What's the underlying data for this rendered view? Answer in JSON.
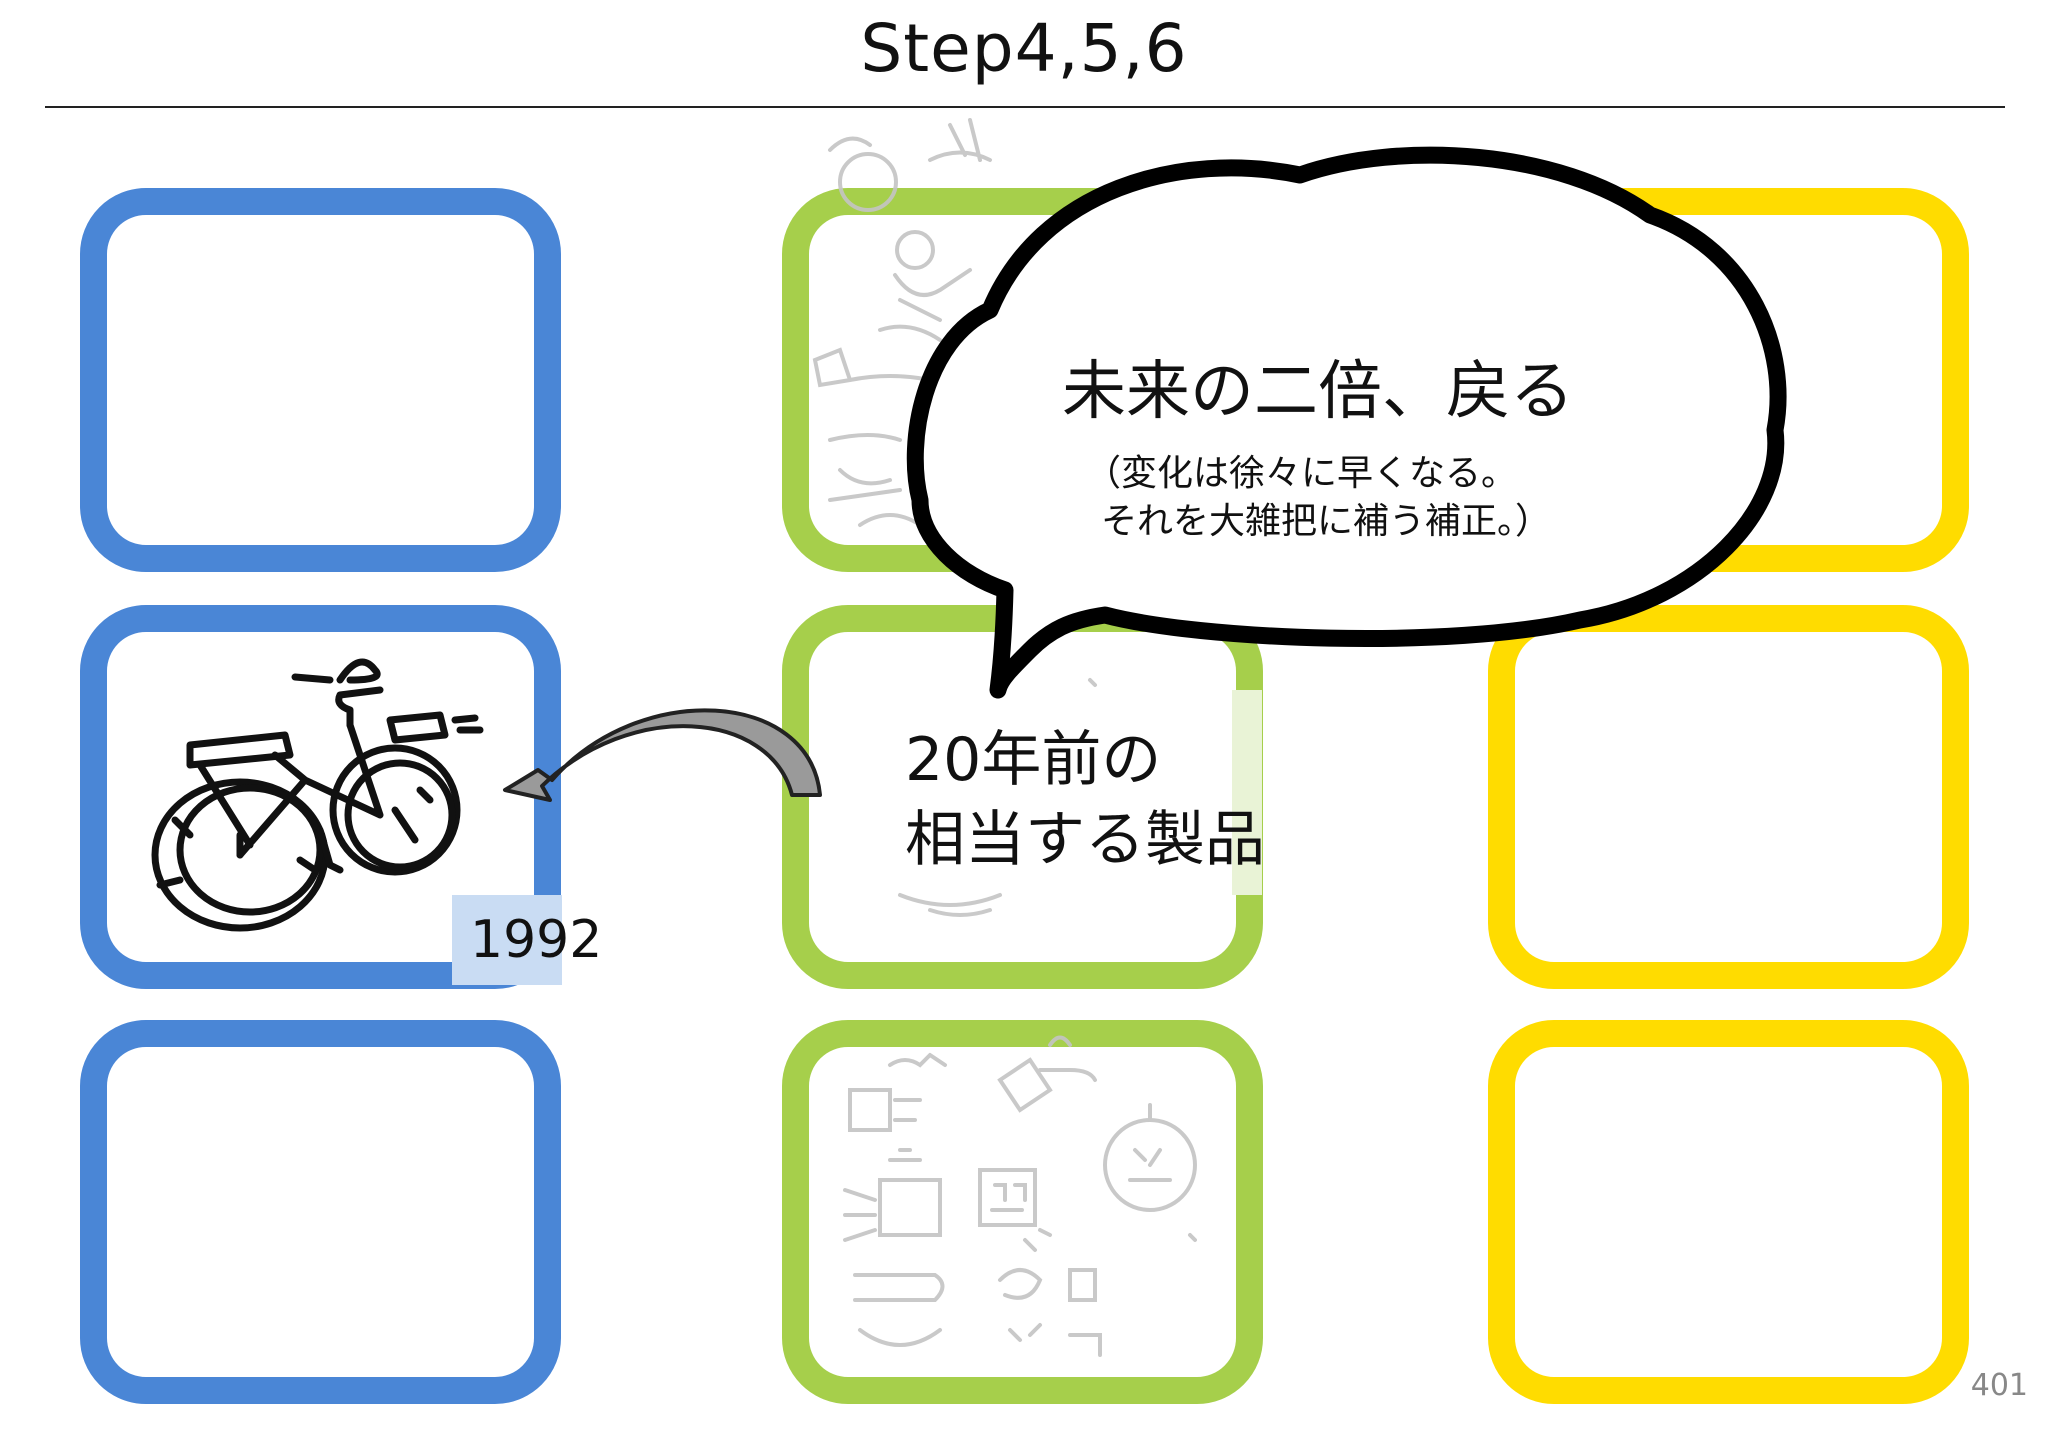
{
  "page": {
    "title": "Step4,5,6",
    "page_number": "401"
  },
  "left_column": {
    "year": "1992"
  },
  "middle_column": {
    "product_line1": "20年前の",
    "product_line2": "相当する製品"
  },
  "speech_bubble": {
    "main": "未来の二倍、戻る",
    "sub_line1": "（変化は徐々に早くなる。",
    "sub_line2": "それを大雑把に補う補正。）"
  },
  "colors": {
    "left_column": "#4a86d6",
    "middle_column": "#a6cf4b",
    "right_column": "#ffdc00"
  }
}
